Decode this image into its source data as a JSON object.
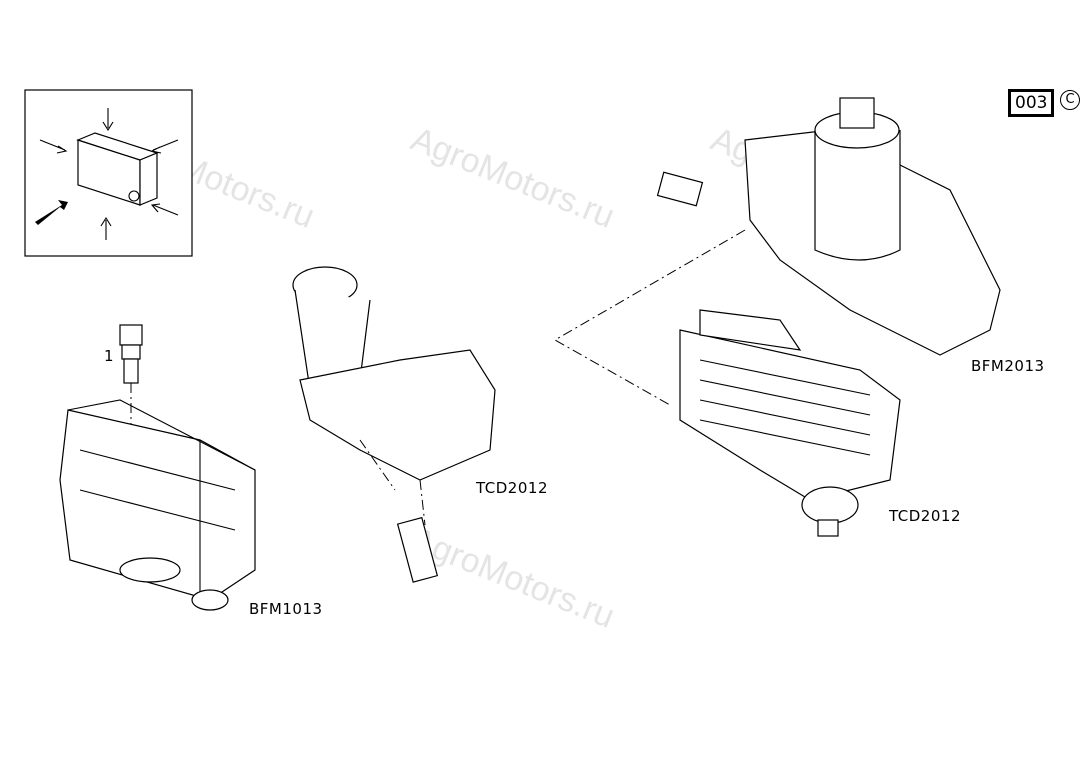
{
  "watermark": "AgroMotors.ru",
  "page_number": "003",
  "copyright_symbol": "C",
  "callout": "1",
  "labels": {
    "bfm1013": "BFM1013",
    "tcd2012_left": "TCD2012",
    "bfm2013": "BFM2013",
    "tcd2012_right": "TCD2012"
  }
}
